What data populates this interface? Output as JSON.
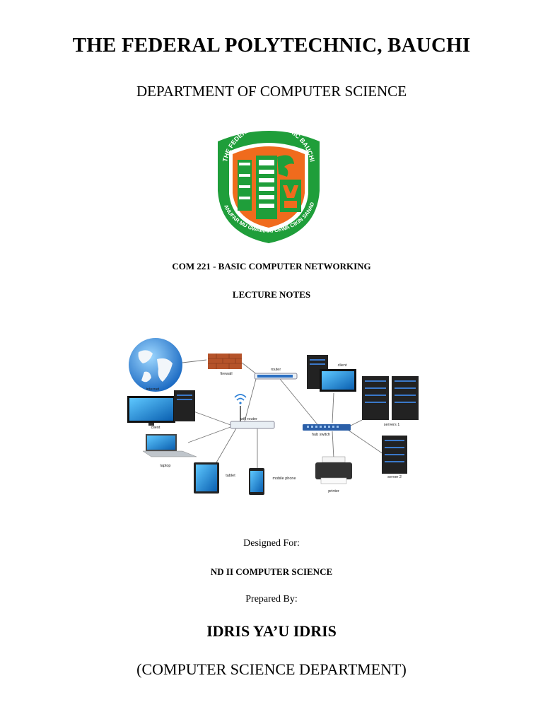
{
  "header": {
    "institution": "THE FEDERAL POLYTECHNIC, BAUCHI",
    "department": "DEPARTMENT OF COMPUTER SCIENCE"
  },
  "logo": {
    "top_text": "THE FEDERAL POLYTECHNIC BAUCHI",
    "bottom_text": "MANUFAR MU GWAMARI CEWA CIKIN SANADI",
    "colors": {
      "green": "#1f9e3a",
      "orange": "#f06b1d",
      "white": "#ffffff"
    }
  },
  "course": {
    "title": "COM 221 - BASIC COMPUTER NETWORKING",
    "type": "LECTURE NOTES"
  },
  "diagram": {
    "labels": {
      "internet": "internet",
      "firewall": "firewall",
      "router": "router",
      "client_top": "client",
      "client_left": "client",
      "wifi_router": "wifi router",
      "hub_switch": "hub switch",
      "server1": "servers 1",
      "server2": "server 2",
      "laptop": "laptop",
      "tablet": "tablet",
      "mobile_phone": "mobile phone",
      "printer": "printer"
    }
  },
  "audience": {
    "label": "Designed For:",
    "value": "ND II COMPUTER SCIENCE"
  },
  "author": {
    "label": "Prepared By:",
    "name": "IDRIS YA’U IDRIS",
    "department": "(COMPUTER SCIENCE DEPARTMENT)"
  }
}
